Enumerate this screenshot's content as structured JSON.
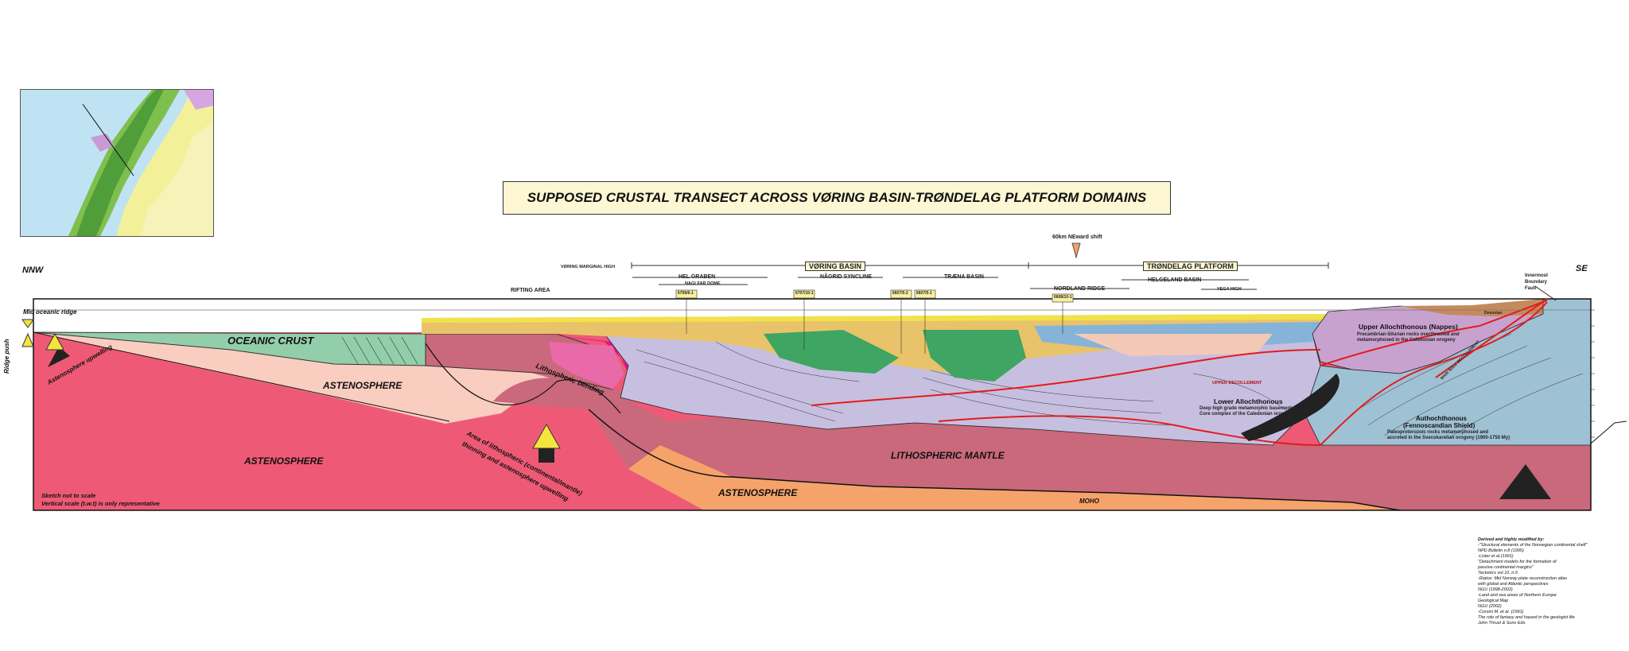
{
  "title": "SUPPOSED CRUSTAL TRANSECT ACROSS VØRING BASIN-TRØNDELAG PLATFORM DOMAINS",
  "direction": {
    "left": "NNW",
    "right": "SE"
  },
  "top_labels": {
    "shift": "60km NEward shift",
    "voring_marginal_high": "VØRING MARGINAL HIGH",
    "rifting_area": "RIFTING AREA",
    "voring_basin": "VØRING BASIN",
    "trondelag_platform": "TRØNDELAG PLATFORM",
    "hel_graben": "HEL GRABEN",
    "naglfar_dome": "NAGLFAR DOME",
    "nagrid_syncline": "NÅGRID SYNCLINE",
    "traena_basin": "TRÆNA BASIN",
    "nordland_ridge": "NORDLAND RIDGE",
    "helgeland_basin": "HELGELAND BASIN",
    "vega_high": "VEGA HIGH",
    "innermost_fault": "Innermost Boundary Fault"
  },
  "wells": [
    "6706/6-1",
    "6707/10-1",
    "6607/5-2",
    "6607/5-1",
    "6608/10-1"
  ],
  "units": {
    "mid_oceanic_ridge": "Mid oceanic ridge",
    "ridge_push": "Ridge push",
    "oceanic_crust": "OCEANIC CRUST",
    "astenosphere_upwelling": "Astenosphere upwelling",
    "astenosphere_upper": "ASTENOSPHERE",
    "astenosphere_lower": "ASTENOSPHERE",
    "astenosphere_bottom": "ASTENOSPHERE",
    "lithospheric_bending": "Lithospheric bending",
    "thinning_line1": "Area of lithospheric (continental/mantle)",
    "thinning_line2": "thinning and astenosphere upwelling",
    "lithospheric_mantle": "LITHOSPHERIC MANTLE",
    "moho": "MOHO",
    "upper_allochthonous_title": "Upper Allochthonous (Nappes)",
    "upper_allochthonous_desc1": "Precambrian-Silurian rocks overthrusted and",
    "upper_allochthonous_desc2": "metamorphosed in the Caledonian orogeny",
    "lower_allochthonous_title": "Lower Allochthonous",
    "lower_allochthonous_desc1": "Deep high grade metamorphic basement",
    "lower_allochthonous_desc2": "Core complex of the Caledonian orogeny",
    "upper_decollement": "UPPER DECOLLEMENT",
    "main_sole_decollement": "MAIN SOLE DECOLLEMENT",
    "autochthonous_title": "Authochthonous",
    "autochthonous_sub": "(Fennoscandian Shield)",
    "autochthonous_desc1": "Paleoproterozoic rocks metamorphosed and",
    "autochthonous_desc2": "accreted in the Svecokarelian orogeny (1900-1750 My)",
    "devonian": "Devonian"
  },
  "notes": {
    "line1": "Sketch not to scale",
    "line2": "Vertical scale (t.w.t) is only representative"
  },
  "sources": [
    "Derived  and  highly modified by:",
    "-\"Structural elements of the Norwegian continental shelf\"",
    " NPD Bulletin n.8 (1995)",
    "-Lister et al.(1991)",
    " \"Detachment models for the formation of",
    "  passive continental margins\"",
    " Tectonics vol.10, n.5",
    "-Ratios: Mid Norway plate reconstruction atlas",
    " with global and Atlantic perspectives",
    " NGU (1998-2002)",
    "-Land and sea areas of Northern Europe",
    " Geological Map",
    " NGU (2002)",
    "-Corsini M. et al. (1991)",
    " The role of fantasy and hazard in the geologist life",
    " John Thrust & Sons Eds."
  ],
  "colors": {
    "astenosphere_red": "#ee5a76",
    "astenosphere_pale": "#f9cdbf",
    "astenosphere_orange": "#f5a36a",
    "lithospheric_mantle": "#c9697b",
    "oceanic_crust": "#93ceaa",
    "upper_allochthonous": "#c8a2cf",
    "autochthonous": "#9fc1d4",
    "pink_belt": "#e3158e",
    "lower_allochthonous": "#c7bfe0",
    "decollement": "#e31c1c",
    "title_box": "#fdf7d3"
  }
}
